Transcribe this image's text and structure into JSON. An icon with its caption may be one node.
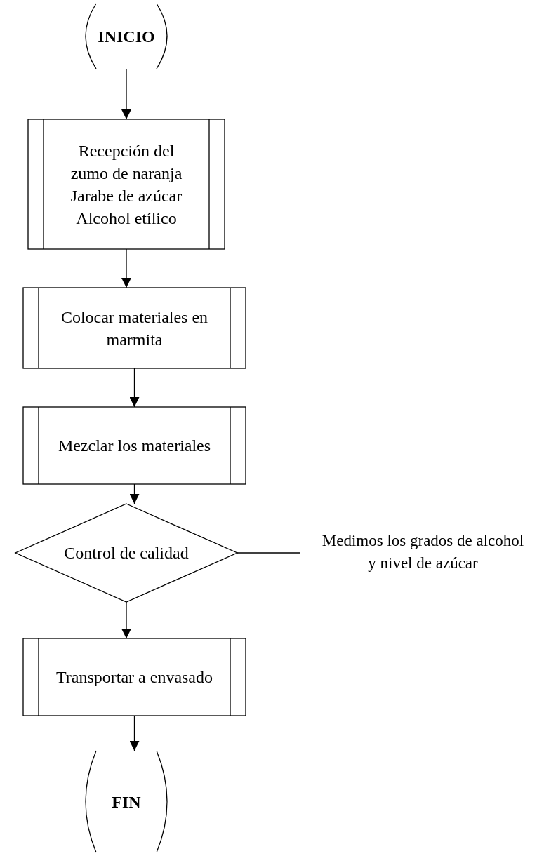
{
  "diagram": {
    "nodes": [
      {
        "text": [
          "INICIO"
        ]
      },
      {
        "text": [
          "Recepción del zumo de naranja Jarabe de azúcar Alcohol etílico"
        ]
      },
      {
        "text": [
          "Colocar materiales en marmita"
        ]
      },
      {
        "text": [
          "Mezclar los materiales"
        ]
      },
      {
        "text": [
          "Control de calidad"
        ]
      },
      {
        "text": [
          "Transportar a envasado"
        ]
      },
      {
        "text": [
          "FIN"
        ]
      },
      {
        "text": [
          "Medimos los grados de alcohol y nivel de azúcar"
        ]
      }
    ],
    "edges": [
      {
        "from": 0,
        "to": 1,
        "arrow": "to"
      },
      {
        "from": 1,
        "to": 2,
        "arrow": "to"
      },
      {
        "from": 2,
        "to": 3,
        "arrow": "to"
      },
      {
        "from": 3,
        "to": 4,
        "arrow": "to"
      },
      {
        "from": 4,
        "to": 5,
        "arrow": "to"
      },
      {
        "from": 5,
        "to": 6,
        "arrow": "to"
      },
      {
        "from": 4,
        "to": 7,
        "arrow": "none"
      }
    ]
  }
}
